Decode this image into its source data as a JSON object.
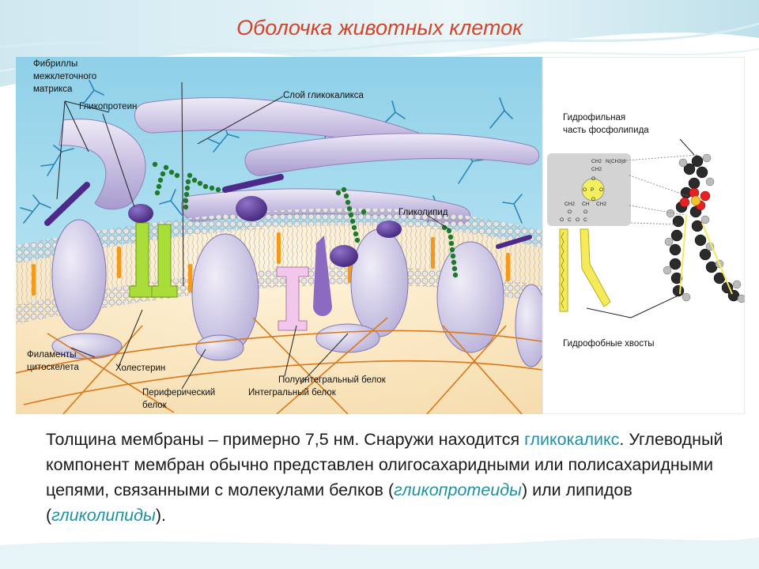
{
  "slide": {
    "title": "Оболочка животных клеток",
    "accent_color": "#d2452a",
    "term_color": "#1f8fa3"
  },
  "diagram": {
    "labels": {
      "fibrils_1": "Фибриллы",
      "fibrils_2": "межклеточного",
      "fibrils_3": "матрикса",
      "glycoprotein": "Гликопротеин",
      "glycocalyx_layer": "Слой гликокаликса",
      "glycolipid": "Гликолипид",
      "filaments_1": "Филаменты",
      "filaments_2": "цитоскелета",
      "cholesterol": "Холестерин",
      "peripheral_1": "Периферический",
      "peripheral_2": "белок",
      "polyintegral": "Полуинтегральный белок",
      "integral": "Интегральный белок"
    },
    "inset": {
      "hydrophilic_1": "Гидрофильная",
      "hydrophilic_2": "часть фосфолипида",
      "hydrophobic": "Гидрофобные хвосты",
      "formula": {
        "ch2_a": "CH2",
        "nch3": "N(CH3)3",
        "ch2_b": "CH2",
        "o_top": "O",
        "p": "P",
        "o_left": "O",
        "o_right": "O",
        "o_bottom": "O",
        "ch2_c": "CH2",
        "ch": "CH",
        "ch2_d": "CH2",
        "o_l": "O",
        "o_r": "O",
        "c_l": "C",
        "c_r": "C",
        "o_dl": "O",
        "o_dr": "O"
      }
    }
  },
  "caption": {
    "line1": "Толщина мембраны – примерно 7,5 нм. Снаружи находится ",
    "glycocalyx": "гликокаликс",
    "line2": ". Углеводный компонент мембран обычно представлен олигосахаридными или полисахаридными цепями, связанными с молекулами белков (",
    "glycoproteids": "гликопротеиды",
    "line3": ") или липидов (",
    "glycolipids": "гликолипиды",
    "line4": ")."
  }
}
